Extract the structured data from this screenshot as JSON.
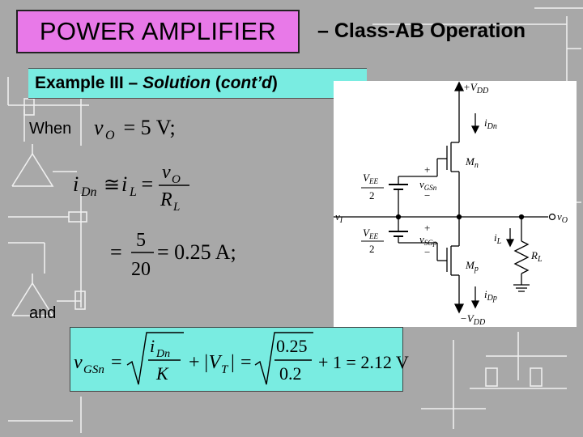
{
  "header": {
    "title": "POWER AMPLIFIER",
    "title_suffix": "– Class-AB Operation"
  },
  "subtitle": {
    "prefix": "Example III – ",
    "italic": "Solution",
    "middle": " (",
    "italic2": "cont’d",
    "suffix": ")"
  },
  "content": {
    "when_label": "When",
    "and_label": "and",
    "eq1": {
      "lhs": "v",
      "lhs_sub": "O",
      "rhs": " = 5 V;"
    },
    "eq2": {
      "lhs": "i",
      "lhs_sub": "Dn",
      "rel1": " ≅ ",
      "mid": "i",
      "mid_sub": "L",
      "rel2": " = ",
      "num": "v",
      "num_sub": "O",
      "den": "R",
      "den_sub": "L"
    },
    "eq3": {
      "rel": "=",
      "num": "5",
      "den": "20",
      "rhs": "= 0.25 A;"
    },
    "eq4": {
      "lhs": "v",
      "lhs_sub": "GSn",
      "eq": "=",
      "frac_num": "i",
      "frac_num_sub": "Dn",
      "frac_den": "K",
      "plus1": "+",
      "vt": "|V",
      "vt_sub": "T",
      "vt_close": "|",
      "eq2": "=",
      "num2": "0.25",
      "den2": "0.2",
      "plus2": "+ 1 = 2.12 V"
    }
  },
  "circuit": {
    "vdd": "+V",
    "vdd_sub": "DD",
    "vss": "−V",
    "vss_sub": "DD",
    "idn": "i",
    "idn_sub": "Dn",
    "idp": "i",
    "idp_sub": "Dp",
    "mn": "M",
    "mn_sub": "n",
    "mp": "M",
    "mp_sub": "p",
    "vee_top": "V",
    "vee_top_sub": "EE",
    "vee_top_den": "2",
    "vee_bot": "V",
    "vee_bot_sub": "EE",
    "vee_bot_den": "2",
    "vgsn": "v",
    "vgsn_sub": "GSn",
    "vsgp": "v",
    "vsgp_sub": "SGp",
    "vi": "v",
    "vi_sub": "I",
    "vo": "v",
    "vo_sub": "O",
    "il": "i",
    "il_sub": "L",
    "rl": "R",
    "rl_sub": "L",
    "plus": "+",
    "minus": "−"
  },
  "colors": {
    "title_bg": "#e879e8",
    "cyan_box": "#79ece1",
    "background": "#a8a8a8"
  }
}
